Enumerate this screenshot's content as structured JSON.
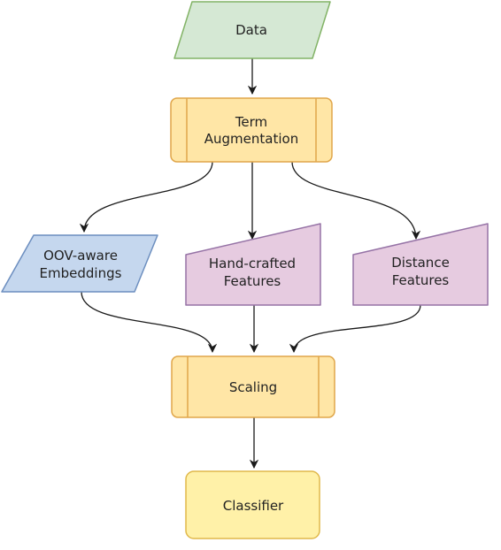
{
  "nodes": {
    "data": {
      "line1": "Data",
      "fill": "#d5e8d4",
      "stroke": "#82b366"
    },
    "term_augmentation": {
      "line1": "Term",
      "line2": "Augmentation",
      "fill": "#ffe6a6",
      "stroke": "#e0a64a",
      "shape": "process"
    },
    "oov_embeddings": {
      "line1": "OOV-aware",
      "line2": "Embeddings",
      "fill": "#c5d7ee",
      "stroke": "#6c8ebf"
    },
    "hand_crafted": {
      "line1": "Hand-crafted",
      "line2": "Features",
      "fill": "#e6cbe0",
      "stroke": "#9673a6"
    },
    "distance": {
      "line1": "Distance",
      "line2": "Features",
      "fill": "#e6cbe0",
      "stroke": "#9673a6"
    },
    "scaling": {
      "line1": "Scaling",
      "fill": "#ffe6a6",
      "stroke": "#e0a64a",
      "shape": "process"
    },
    "classifier": {
      "line1": "Classifier",
      "fill": "#fff1a8",
      "stroke": "#e0b84a"
    }
  },
  "edges": [
    {
      "from": "data",
      "to": "term_augmentation"
    },
    {
      "from": "term_augmentation",
      "to": "oov_embeddings"
    },
    {
      "from": "term_augmentation",
      "to": "hand_crafted"
    },
    {
      "from": "term_augmentation",
      "to": "distance"
    },
    {
      "from": "oov_embeddings",
      "to": "scaling"
    },
    {
      "from": "hand_crafted",
      "to": "scaling"
    },
    {
      "from": "distance",
      "to": "scaling"
    },
    {
      "from": "scaling",
      "to": "classifier"
    }
  ]
}
